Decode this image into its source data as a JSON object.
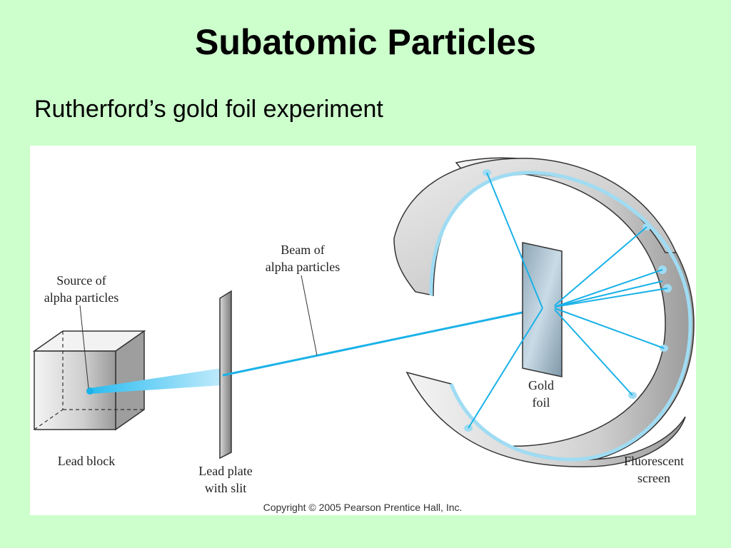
{
  "slide": {
    "title": "Subatomic Particles",
    "subtitle": "Rutherford’s gold foil experiment"
  },
  "diagram": {
    "labels": {
      "source_line1": "Source of",
      "source_line2": "alpha particles",
      "beam_line1": "Beam of",
      "beam_line2": "alpha particles",
      "lead_block": "Lead block",
      "plate_line1": "Lead plate",
      "plate_line2": "with slit",
      "foil_line1": "Gold",
      "foil_line2": "foil",
      "screen_line1": "Fluorescent",
      "screen_line2": "screen"
    },
    "copyright": "Copyright © 2005 Pearson Prentice Hall, Inc.",
    "colors": {
      "beam": "#1ab2e8",
      "screen_edge": "#9fdcf3",
      "foil": "#9fb4c4"
    }
  }
}
